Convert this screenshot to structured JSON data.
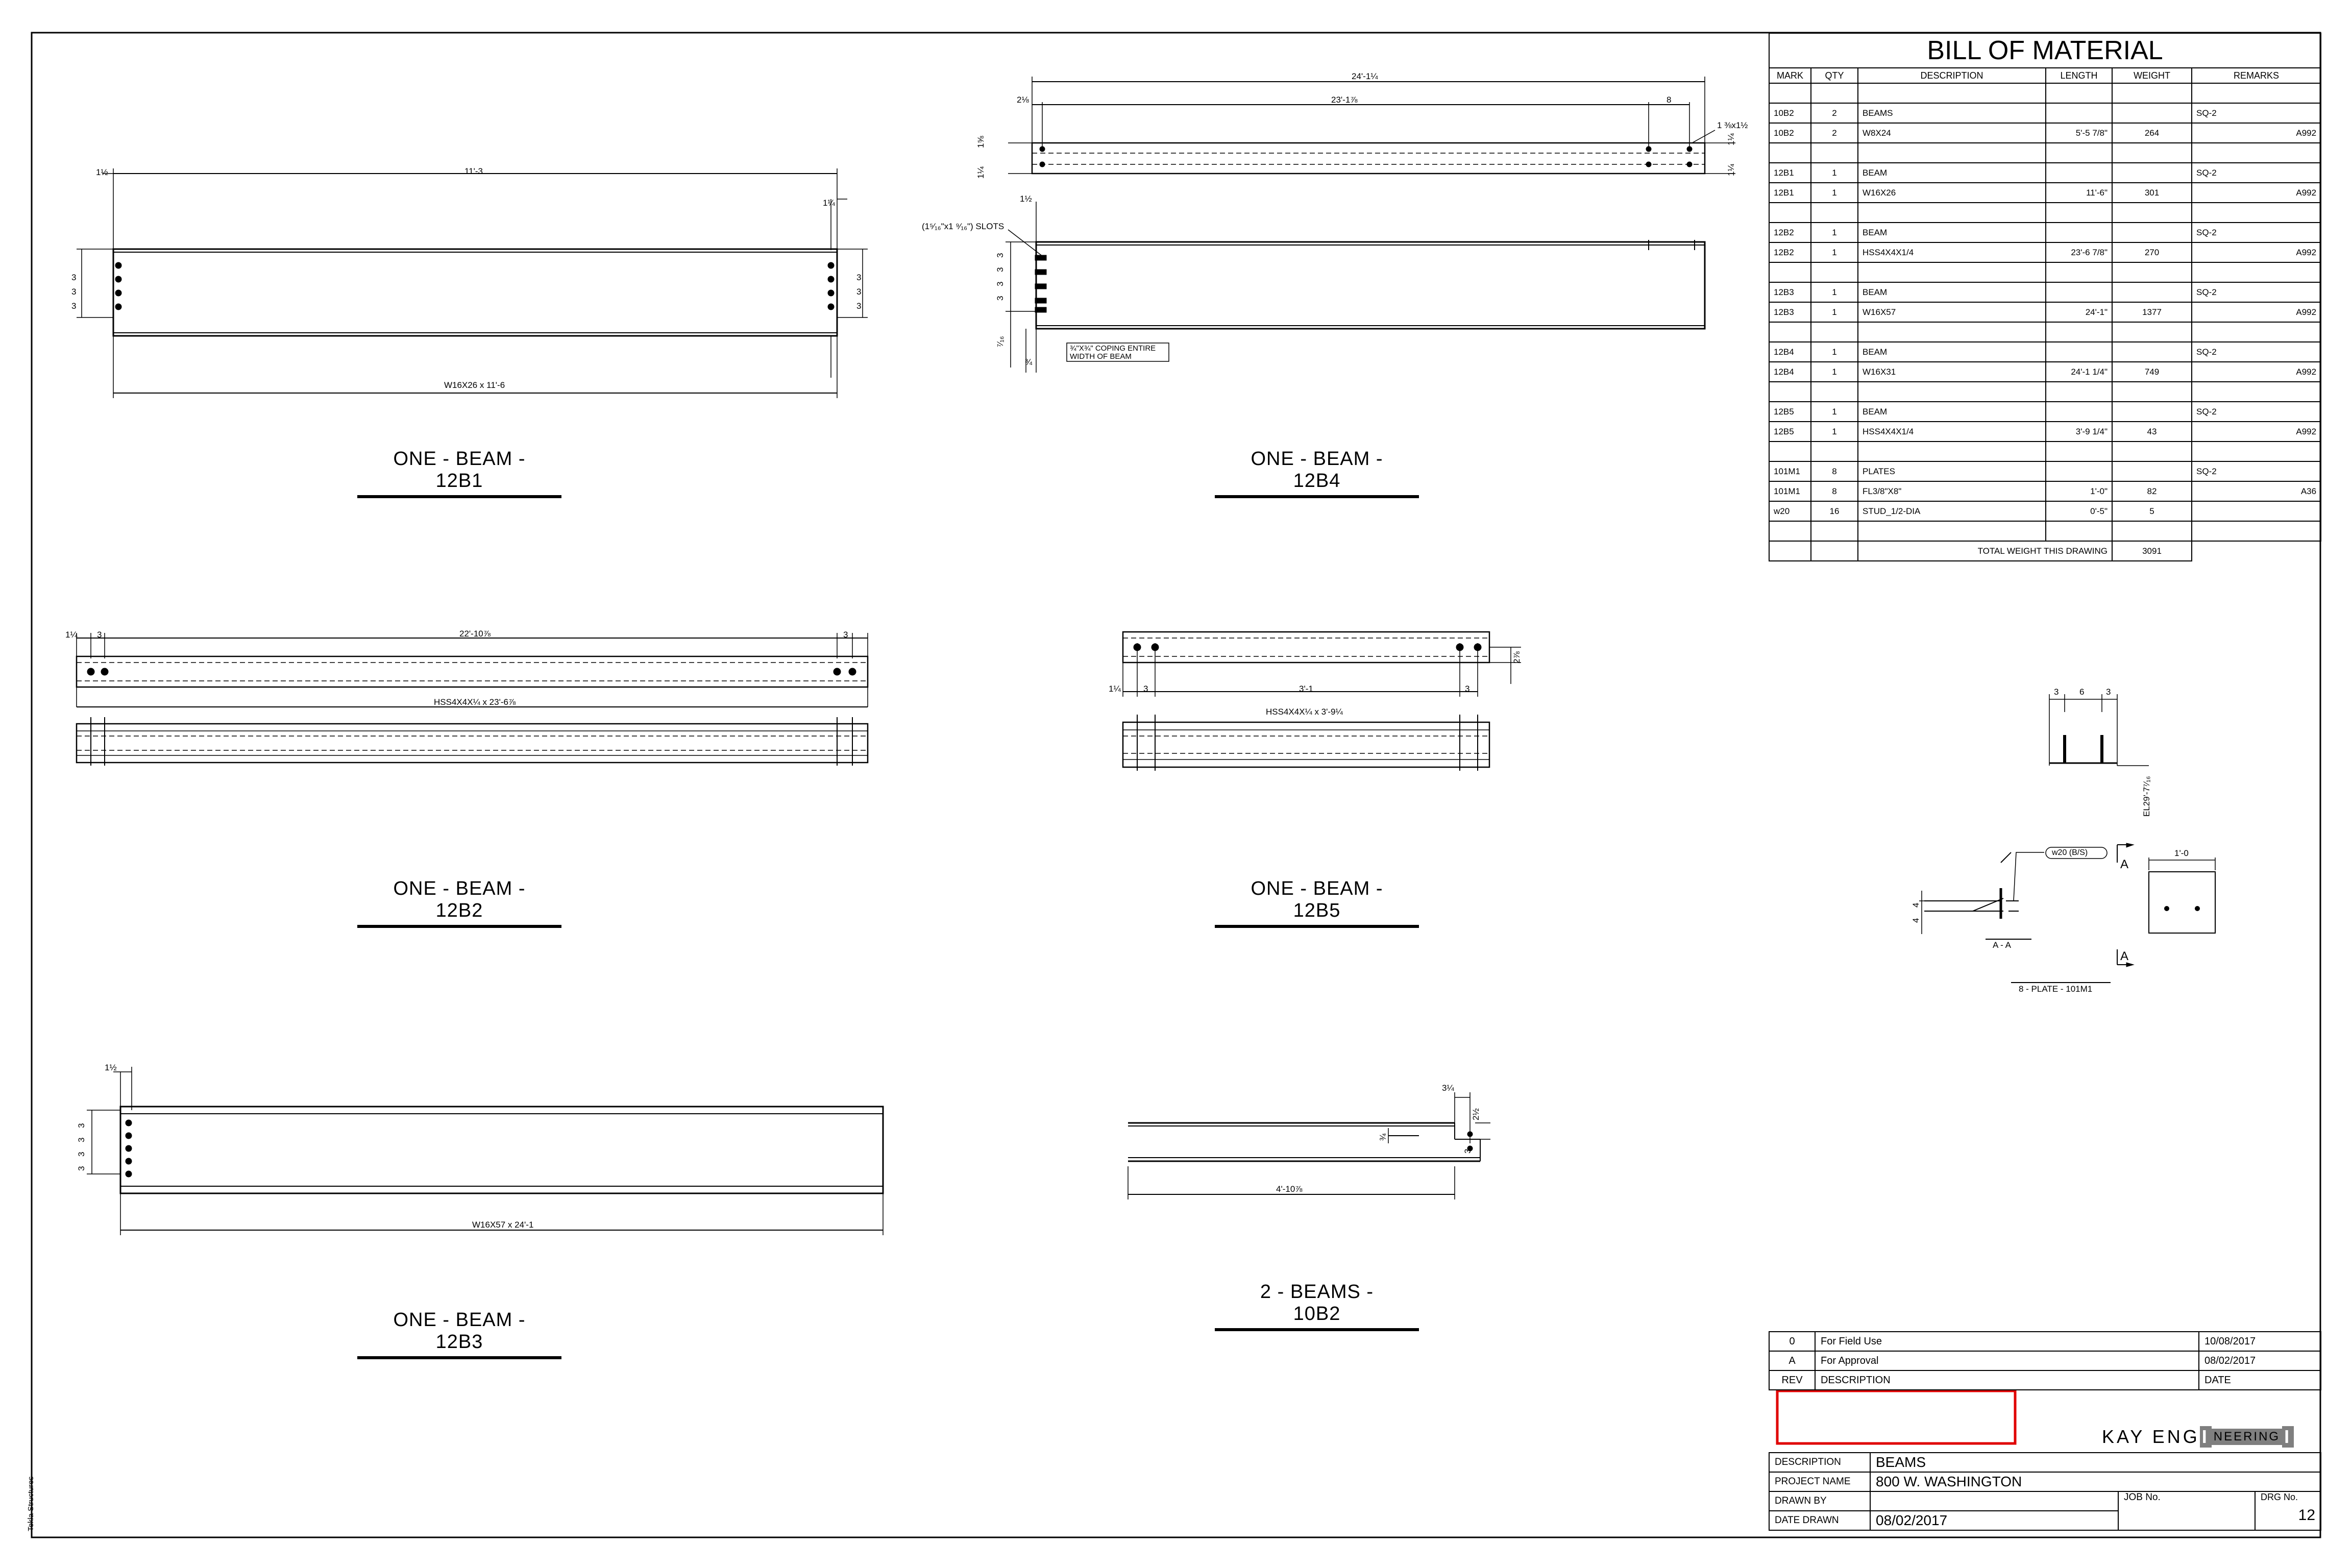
{
  "bom": {
    "title": "BILL OF MATERIAL",
    "headers": [
      "MARK",
      "QTY",
      "DESCRIPTION",
      "LENGTH",
      "WEIGHT",
      "REMARKS"
    ],
    "rows": [
      [
        "",
        "",
        "",
        "",
        "",
        ""
      ],
      [
        "10B2",
        "2",
        "BEAMS",
        "",
        "",
        "SQ-2"
      ],
      [
        "10B2",
        "2",
        "W8X24",
        "5'-5 7/8\"",
        "264",
        "A992"
      ],
      [
        "",
        "",
        "",
        "",
        "",
        ""
      ],
      [
        "12B1",
        "1",
        "BEAM",
        "",
        "",
        "SQ-2"
      ],
      [
        "12B1",
        "1",
        "W16X26",
        "11'-6\"",
        "301",
        "A992"
      ],
      [
        "",
        "",
        "",
        "",
        "",
        ""
      ],
      [
        "12B2",
        "1",
        "BEAM",
        "",
        "",
        "SQ-2"
      ],
      [
        "12B2",
        "1",
        "HSS4X4X1/4",
        "23'-6 7/8\"",
        "270",
        "A992"
      ],
      [
        "",
        "",
        "",
        "",
        "",
        ""
      ],
      [
        "12B3",
        "1",
        "BEAM",
        "",
        "",
        "SQ-2"
      ],
      [
        "12B3",
        "1",
        "W16X57",
        "24'-1\"",
        "1377",
        "A992"
      ],
      [
        "",
        "",
        "",
        "",
        "",
        ""
      ],
      [
        "12B4",
        "1",
        "BEAM",
        "",
        "",
        "SQ-2"
      ],
      [
        "12B4",
        "1",
        "W16X31",
        "24'-1 1/4\"",
        "749",
        "A992"
      ],
      [
        "",
        "",
        "",
        "",
        "",
        ""
      ],
      [
        "12B5",
        "1",
        "BEAM",
        "",
        "",
        "SQ-2"
      ],
      [
        "12B5",
        "1",
        "HSS4X4X1/4",
        "3'-9 1/4\"",
        "43",
        "A992"
      ],
      [
        "",
        "",
        "",
        "",
        "",
        ""
      ],
      [
        "101M1",
        "8",
        "PLATES",
        "",
        "",
        "SQ-2"
      ],
      [
        "101M1",
        "8",
        "FL3/8\"X8\"",
        "1'-0\"",
        "82",
        "A36"
      ],
      [
        "w20",
        "16",
        "STUD_1/2-DIA",
        "0'-5\"",
        "5",
        ""
      ],
      [
        "",
        "",
        "",
        "",
        "",
        ""
      ]
    ],
    "total_label": "TOTAL WEIGHT THIS DRAWING",
    "total_value": "3091"
  },
  "views": {
    "b1": {
      "title": "ONE - BEAM - 12B1",
      "top_dim": "11'-3",
      "left_small": "1½",
      "right_small": "1¼",
      "bottom_label": "W16X26 x 11'-6",
      "spacing": "3"
    },
    "b4": {
      "title": "ONE - BEAM - 12B4",
      "overall": "24'-1¼",
      "inner": "23'-1⅞",
      "left_small": "2⅛",
      "right_small": "8",
      "right_callout": "1 ⅜x1½",
      "left_vert_a": "1⅝",
      "left_vert_b": "1¼",
      "right_vert_a": "1¼",
      "right_vert_b": "1¼",
      "slots_note": "(1⁵⁄₁₆\"x1 ⁹⁄₁₆\") SLOTS",
      "elev_small": "1½",
      "coping_note_1": "¾\"X¾\" COPING ENTIRE",
      "coping_note_2": "WIDTH OF BEAM",
      "bottom_small_a": "⁷⁄₁₆",
      "bottom_small_b": "¾",
      "spacing": "3"
    },
    "b2": {
      "title": "ONE - BEAM - 12B2",
      "left_a": "1¼",
      "left_b": "3",
      "middle": "22'-10⅞",
      "right": "3",
      "bottom_label": "HSS4X4X¼ x 23'-6⅞"
    },
    "b5": {
      "title": "ONE - BEAM - 12B5",
      "left_a": "1¼",
      "left_b": "3",
      "middle": "3'-1",
      "right": "3",
      "vert": "2⅞",
      "bottom_label": "HSS4X4X¼ x 3'-9¼"
    },
    "b3": {
      "title": "ONE - BEAM - 12B3",
      "left_small": "1½",
      "bottom_label": "W16X57 x 24'-1",
      "spacing": "3"
    },
    "b10": {
      "title": "2 - BEAMS - 10B2",
      "top_a": "3¼",
      "top_b": "2½",
      "left_v": "¾",
      "right_v": "3",
      "bottom": "4'-10⅞"
    },
    "plate": {
      "top_dims": [
        "3",
        "6",
        "3"
      ],
      "elevation": "EL29'-7⁷⁄₁₆",
      "stud_callout": "w20 (B/S)",
      "section_mark": "A",
      "section_label": "A - A",
      "plate_width": "1'-0",
      "left_dims": [
        "4",
        "4"
      ],
      "caption": "8 - PLATE - 101M1"
    }
  },
  "revisions": [
    {
      "rev": "0",
      "desc": "For Field Use",
      "date": "10/08/2017"
    },
    {
      "rev": "A",
      "desc": "For Approval",
      "date": "08/02/2017"
    }
  ],
  "rev_header": {
    "rev": "REV",
    "desc": "DESCRIPTION",
    "date": "DATE"
  },
  "company": {
    "name_a": "KAY ENG",
    "name_b": "NEERING",
    "i1": "I",
    "i2": "I"
  },
  "title_block": {
    "description_label": "DESCRIPTION",
    "description_value": "BEAMS",
    "project_label": "PROJECT NAME",
    "project_value": "800 W. WASHINGTON",
    "drawn_by_label": "DRAWN BY",
    "drawn_by_value": "",
    "job_label": "JOB No.",
    "drg_label": "DRG No.",
    "drg_value": "12",
    "date_label": "DATE DRAWN",
    "date_value": "08/02/2017"
  },
  "side_note": "Tekla Structures",
  "colors": {
    "redaction_box": "#e00000",
    "logo_grey": "#7f7f7f"
  }
}
